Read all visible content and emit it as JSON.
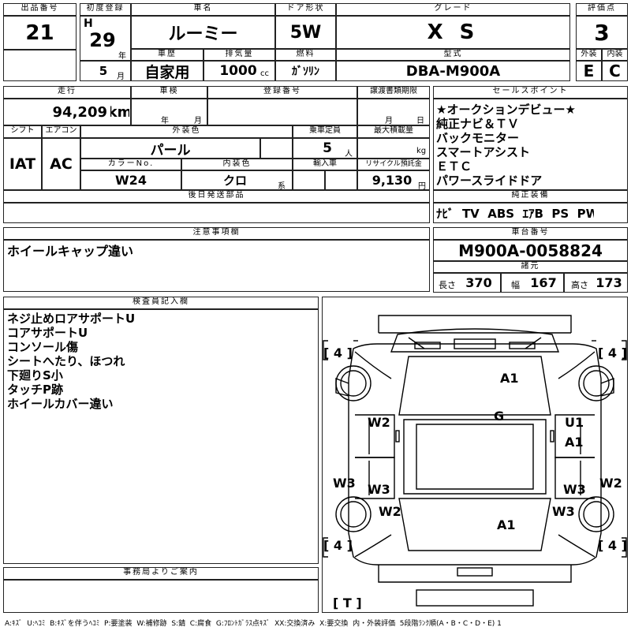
{
  "header_labels": {
    "lot_no": "出品番号",
    "first_reg": "初度登録",
    "car_name": "車名",
    "door": "ドア形状",
    "grade": "グレード",
    "score": "評価点",
    "history": "車歴",
    "displacement": "排気量",
    "fuel": "燃料",
    "model_code": "型式",
    "exterior": "外装",
    "interior": "内装",
    "mileage": "走行",
    "inspection": "車検",
    "reg_no": "登録番号",
    "transfer": "譲渡書類期限",
    "shift": "シフト",
    "ac": "エアコン",
    "ext_color": "外装色",
    "capacity": "乗車定員",
    "max_load": "最大積載量",
    "color_no": "カラーNo.",
    "int_color": "内装色",
    "import": "輸入車",
    "recycle": "リサイクル預託金",
    "later_parts": "後日発送部品",
    "sales_points": "セールスポイント",
    "genuine_equipment": "純正装備",
    "notes": "注意事項欄",
    "chassis_no": "車台番号",
    "dimensions": "諸元",
    "inspector": "検査員記入欄",
    "office": "事務局よりご案内"
  },
  "vehicle": {
    "lot_no": "21",
    "era": "H",
    "year": "29",
    "year_unit": "年",
    "month": "5",
    "month_unit": "月",
    "name": "ルーミー",
    "door": "5W",
    "grade": "X S",
    "score": "3",
    "history": "自家用",
    "displacement": "1000",
    "displacement_unit": "cc",
    "fuel": "ｶﾞｿﾘﾝ",
    "model_code": "DBA-M900A",
    "exterior_grade": "E",
    "interior_grade": "C",
    "mileage": "94,209",
    "mileage_unit": "km",
    "inspection_year_unit": "年",
    "inspection_month_unit": "月",
    "transfer_month_unit": "月",
    "transfer_day_unit": "日",
    "shift": "IAT",
    "ac": "AC",
    "ext_color": "パール",
    "capacity": "5",
    "capacity_unit": "人",
    "load_unit": "kg",
    "color_no": "W24",
    "int_color": "クロ",
    "int_color_unit": "系",
    "recycle": "9,130",
    "recycle_unit": "円",
    "chassis_no": "M900A-0058824",
    "length_label": "長さ",
    "length": "370",
    "width_label": "幅",
    "width": "167",
    "height_label": "高さ",
    "height": "173"
  },
  "sales_points": [
    "★オークションデビュー★",
    "純正ナビ＆ＴＶ",
    "バックモニター",
    "スマートアシスト",
    "ＥＴＣ",
    "パワースライドドア"
  ],
  "equipment": "ﾅﾋﾞ  TV  ABS  ｴｱB  PS  PW",
  "notes": "ホイールキャップ違い",
  "inspector_notes": [
    "ネジ止めロアサポートU",
    "コアサポートU",
    "コンソール傷",
    "シートへたり、ほつれ",
    "下廻りS小",
    "タッチP跡",
    "ホイールカバー違い"
  ],
  "diagram_marks": {
    "hood": "A1",
    "windshield": "G",
    "left_front_door": "W2",
    "right_front_door_1": "U1",
    "right_front_door_2": "A1",
    "left_rear_door": "W3",
    "right_rear_door": "W3",
    "left_rear_quarter": "W2",
    "right_rear_quarter": "W3",
    "left_front_fender": "W3",
    "right_front_fender": "W2",
    "trunk": "A1",
    "tire_fl": "[ 4 ]",
    "tire_fr": "[ 4 ]",
    "tire_rl": "[ 4 ]",
    "tire_rr": "[ 4 ]",
    "tire_spare": "[ T ]"
  },
  "legend": "A:ｷｽﾞ  U:ﾍｺﾐ  B:ｷｽﾞを伴うﾍｺﾐ  P:要塗装  W:補修跡  S:錆  C:腐食  G:ﾌﾛﾝﾄｶﾞﾗｽ点ｷｽﾞ  XX:交換済み  X:要交換  内・外装評価  5段階ﾗﾝｸ順(A・B・C・D・E) 1"
}
